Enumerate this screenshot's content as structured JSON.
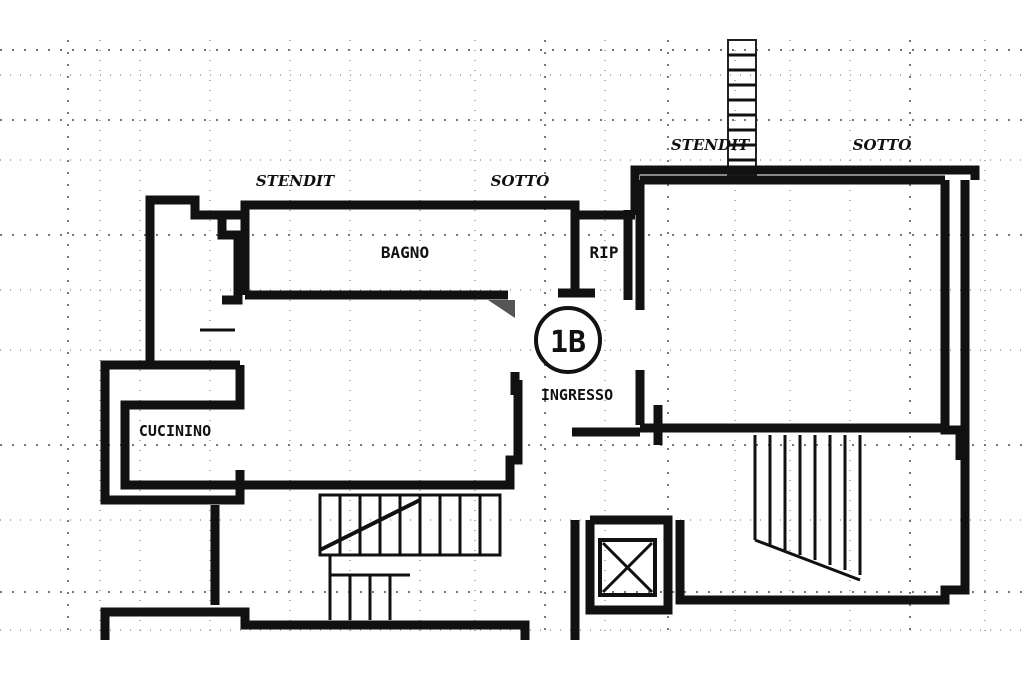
{
  "labels": {
    "bagno": "BAGNO",
    "rip": "RIP",
    "ingresso": "INGRESSO",
    "cucina": "CUCININO",
    "unit_number": "1B",
    "stenditoio_left": "STENDIT",
    "stenditoio_right": "STENDIT",
    "sotto_left": "SOTTO",
    "sotto_right": "SOTTO"
  },
  "colors": {
    "wall": "#111111",
    "grid": "#777777",
    "background": "#ffffff"
  }
}
